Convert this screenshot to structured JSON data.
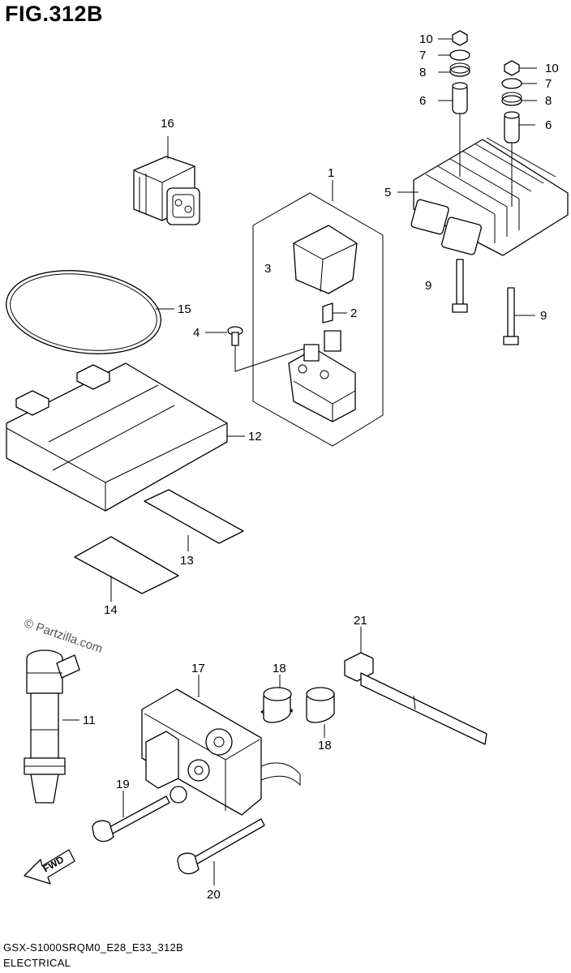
{
  "figure": {
    "title": "FIG.312B",
    "code": "GSX-S1000SRQM0_E28_E33_312B",
    "name": "ELECTRICAL",
    "watermark": "© Partzilla.com",
    "fwd_label": "FWD"
  },
  "callouts": [
    "1",
    "2",
    "3",
    "4",
    "5",
    "6",
    "6",
    "7",
    "7",
    "8",
    "8",
    "9",
    "9",
    "10",
    "10",
    "11",
    "12",
    "13",
    "14",
    "15",
    "16",
    "17",
    "18",
    "18",
    "19",
    "20",
    "21"
  ]
}
